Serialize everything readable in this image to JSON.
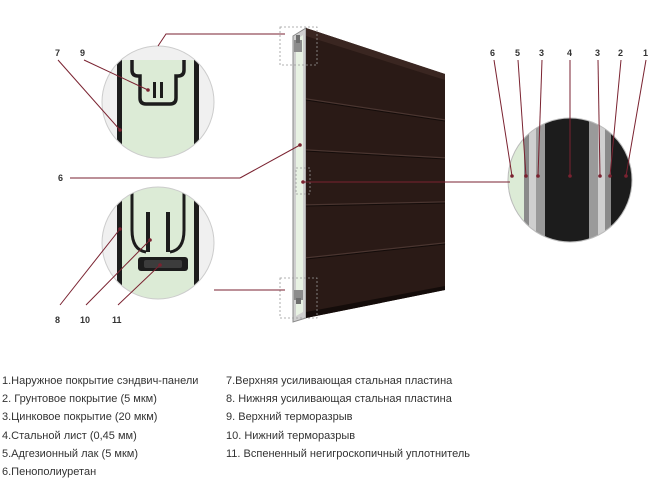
{
  "callouts": {
    "top_circle": [
      "7",
      "9"
    ],
    "left_mid": "6",
    "bottom_circle": [
      "8",
      "10",
      "11"
    ],
    "right_circle": [
      "6",
      "5",
      "3",
      "4",
      "3",
      "2",
      "1"
    ]
  },
  "legend": {
    "left": [
      "1.Наружное покрытие сэндвич-панели",
      "2. Грунтовое покрытие (5 мкм)",
      "3.Цинковое покрытие (20 мкм)",
      "4.Стальной лист (0,45 мм)",
      "5.Адгезионный лак (5 мкм)",
      "6.Пенополиуретан"
    ],
    "right": [
      "7.Верхняя усиливающая стальная пластина",
      "8. Нижняя усиливающая стальная пластина",
      "9. Верхний терморазрыв",
      "10. Нижний терморазрыв",
      "11. Вспененный негигроскопичный уплотнитель"
    ]
  },
  "colors": {
    "panel": "#2a1a16",
    "foam": "#dcebd6",
    "leader": "#7a2230",
    "steel": "#9a9a9a",
    "dark": "#1c1c1c"
  }
}
